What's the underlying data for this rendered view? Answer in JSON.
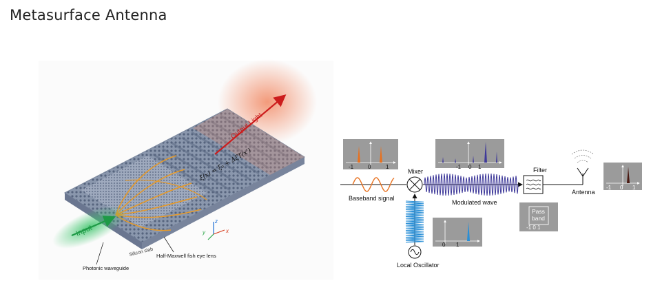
{
  "slide": {
    "title": "Metasurface Antenna"
  },
  "illustration": {
    "input_label": "Input",
    "output_label": "Output Light",
    "equation": "ξ(x) = ξ₀ + ΔξT(x')",
    "silicon_label": "Silicon slab",
    "lens_label": "Half-Maxwell fish eye lens",
    "waveguide_label": "Photonic waveguide",
    "axes": {
      "x": "x",
      "y": "y",
      "z": "z"
    }
  },
  "schematic": {
    "mixer_label": "Mixer",
    "filter_label": "Filter",
    "antenna_label": "Antenna",
    "baseband_label": "Baseband signal",
    "modulated_label": "Modulated wave",
    "lo_label": "Local Oscillator",
    "passband_line1": "Pass",
    "passband_line2": "band",
    "passband_ticks": "-1  0  1",
    "spectrum_baseband_ticks": [
      "-1",
      "0",
      "1"
    ],
    "spectrum_modulated_ticks": [
      "-1",
      "0",
      "1"
    ],
    "spectrum_lo_ticks": [
      "0",
      "1"
    ],
    "spectrum_antenna_ticks": [
      "-1",
      "0",
      "1"
    ],
    "colors": {
      "baseband": "#e8711f",
      "modulated": "#3f3a9a",
      "lo": "#2a8fd6",
      "antenna_peak": "#4a1a12",
      "panel_bg": "#9b9b9b"
    }
  }
}
